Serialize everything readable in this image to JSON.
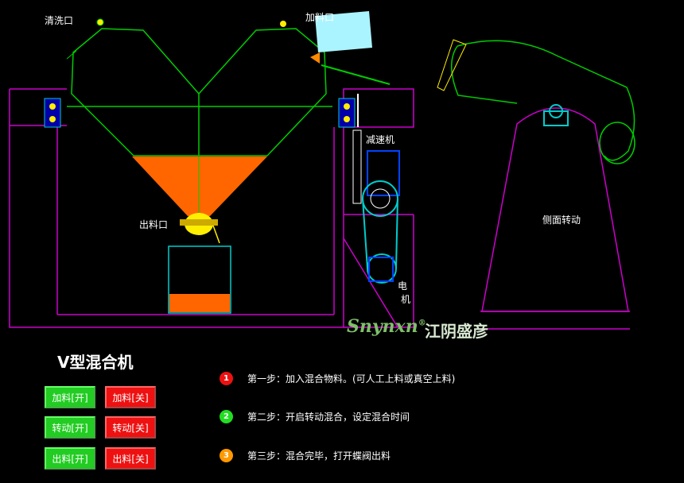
{
  "labels": {
    "clean_port": "清洗口",
    "feed_port": "加料口",
    "reducer": "减速机",
    "discharge_port": "出料口",
    "side_rotation": "侧面转动",
    "motor_1": "电",
    "motor_2": "机"
  },
  "logo": {
    "latin": "Snynxn",
    "chinese": "江阴盛彦",
    "reg": "®"
  },
  "panel": {
    "title": "V型混合机",
    "buttons": [
      {
        "on": "加料[开]",
        "off": "加料[关]"
      },
      {
        "on": "转动[开]",
        "off": "转动[关]"
      },
      {
        "on": "出料[开]",
        "off": "出料[关]"
      }
    ]
  },
  "steps": [
    {
      "num": "1",
      "color": "#ee1111",
      "text": "第一步：加入混合物料。(可人工上料或真空上料)"
    },
    {
      "num": "2",
      "color": "#22dd22",
      "text": "第二步：开启转动混合，设定混合时间"
    },
    {
      "num": "3",
      "color": "#ff9900",
      "text": "第三步：混合完毕，打开蝶阀出料"
    }
  ],
  "colors": {
    "frame": "#cc00cc",
    "vessel": "#00cc00",
    "material": "#ff6600",
    "accent": "#00cccc"
  }
}
